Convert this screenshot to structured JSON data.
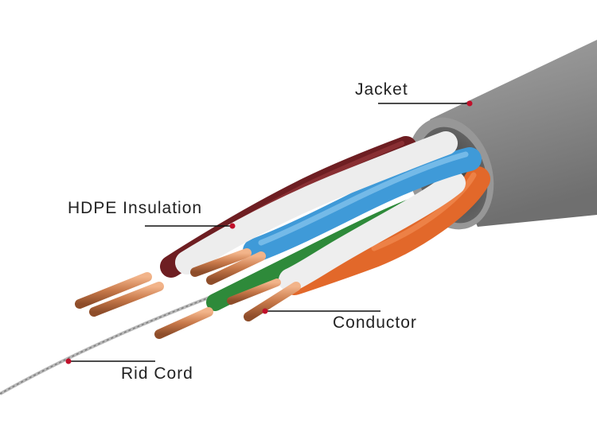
{
  "labels": {
    "jacket": "Jacket",
    "insulation": "HDPE Insulation",
    "conductor": "Conductor",
    "rid_cord": "Rid Cord"
  },
  "colors": {
    "jacket": "#8a8a8a",
    "copper": "#c8794a",
    "white_wire": "#f4f4f4",
    "blue_wire": "#3f9ad8",
    "brown_wire": "#6e1e22",
    "orange_wire": "#e2682a",
    "green_wire": "#2e8a3a",
    "marker": "#c0102a",
    "leader_line": "#111111"
  }
}
